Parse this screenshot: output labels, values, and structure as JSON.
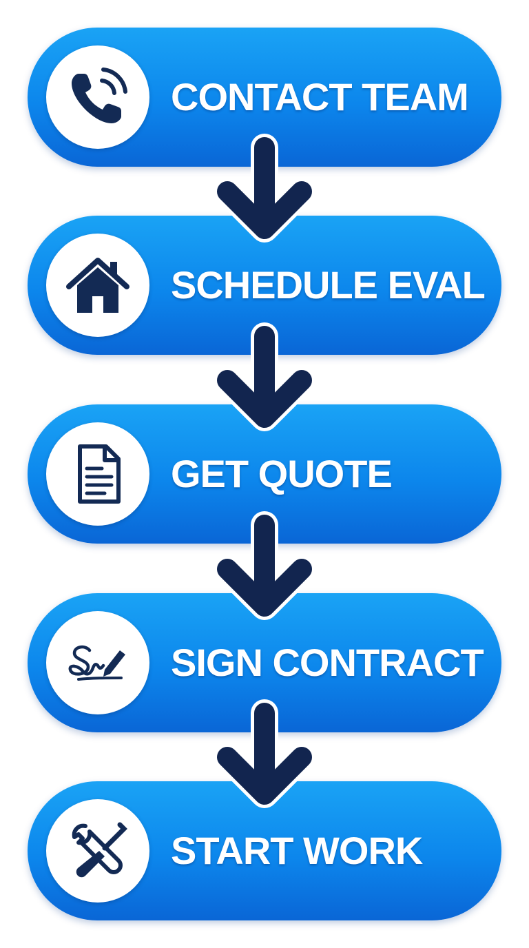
{
  "steps": [
    {
      "label": "CONTACT TEAM",
      "icon": "phone-icon"
    },
    {
      "label": "SCHEDULE EVAL",
      "icon": "house-icon"
    },
    {
      "label": "GET QUOTE",
      "icon": "document-icon"
    },
    {
      "label": "SIGN CONTRACT",
      "icon": "signature-icon"
    },
    {
      "label": "START WORK",
      "icon": "tools-icon"
    }
  ],
  "colors": {
    "step_top": "#1aa3f5",
    "step_bottom": "#0a66d6",
    "arrow": "#12254f",
    "icon": "#132a54",
    "label": "#ffffff"
  }
}
